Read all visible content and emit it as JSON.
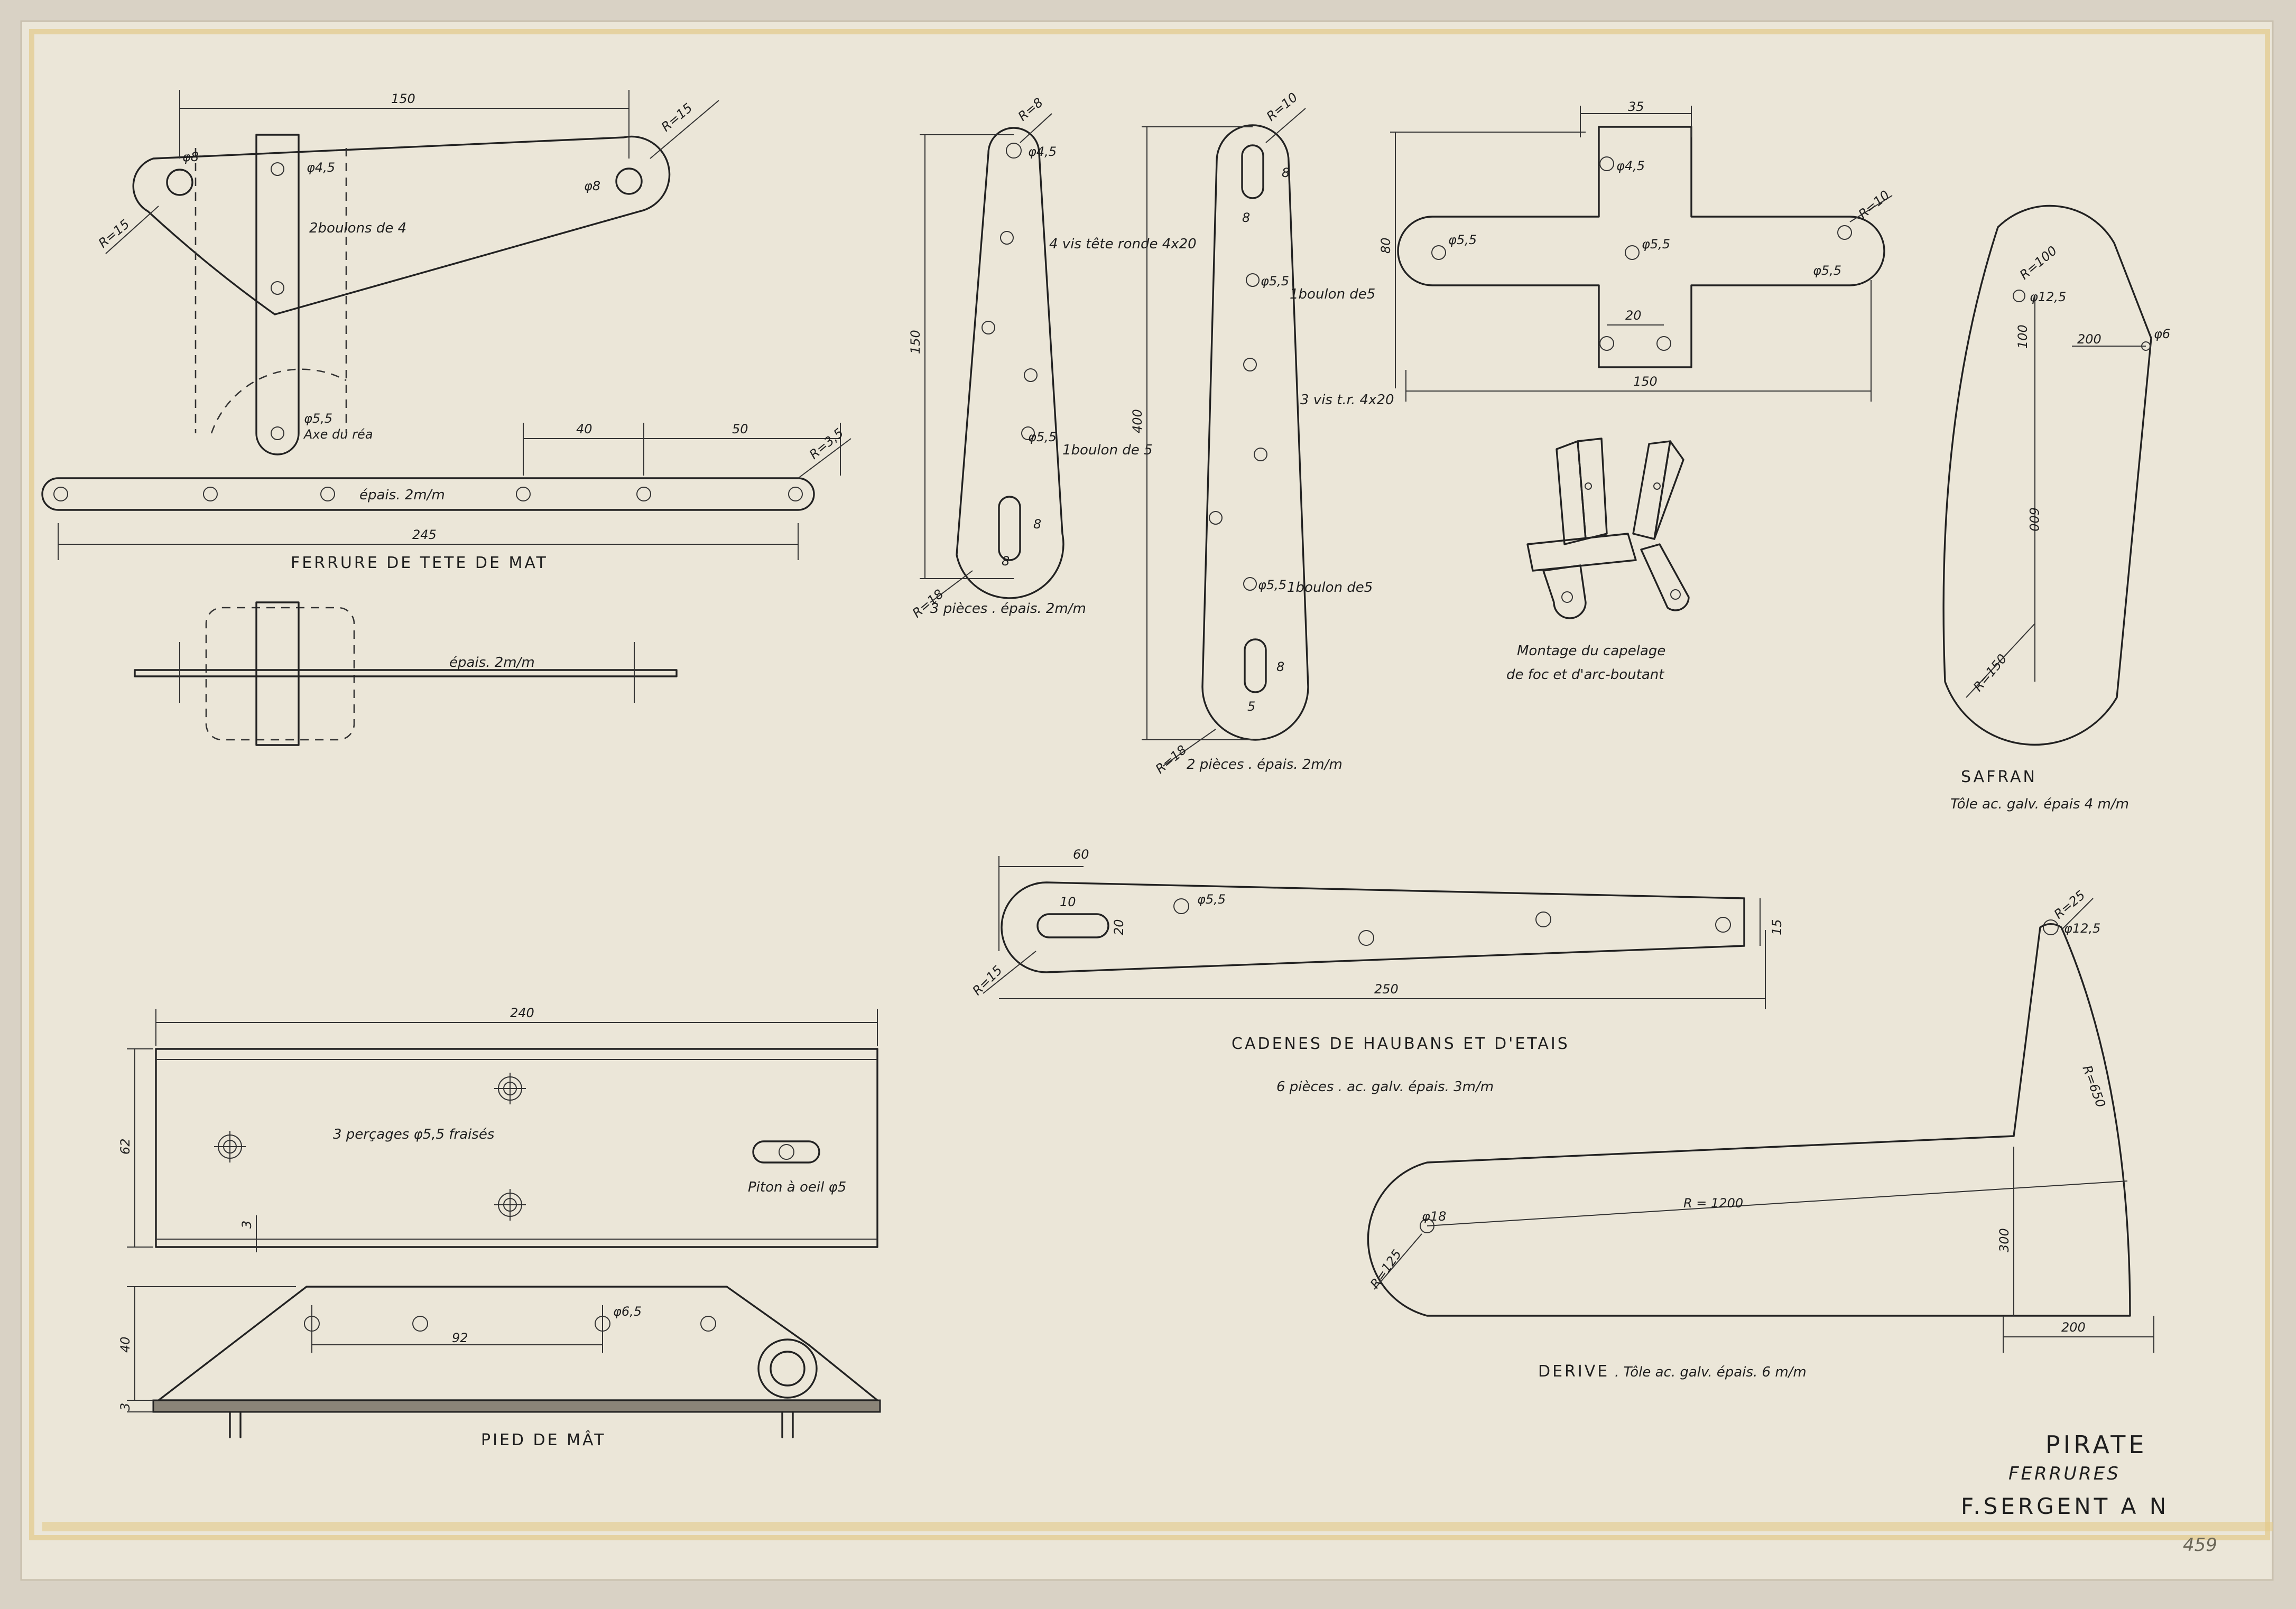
{
  "colors": {
    "paper": "#ebe6d8",
    "ink": "#222222",
    "border_tape": "#e2c98a",
    "backdrop": "#d9d2c5"
  },
  "title_block": {
    "project": "PIRATE",
    "subject": "FERRURES",
    "designer": "F.SERGENT  A N",
    "sheet_number": "459"
  },
  "masthead": {
    "caption": "FERRURE DE TETE DE MAT",
    "dims": {
      "top": "150",
      "spacing_a": "40",
      "spacing_b": "50",
      "length": "245",
      "radius_tip": "R=3,5",
      "radius_left": "R=15",
      "radius_right": "R=15"
    },
    "notes": {
      "hole_a": "φ8",
      "hole_b": "φ4,5",
      "hole_c": "φ8",
      "bolts": "2boulons de 4",
      "axis_hole": "φ5,5",
      "axis_label": "Axe du réa",
      "thickness_bar": "épais. 2m/m",
      "thickness_side": "épais. 2m/m"
    }
  },
  "strap1": {
    "dims": {
      "radius_top": "R=8",
      "height": "150",
      "slot": "8",
      "width": "8",
      "radius_bottom": "R=18"
    },
    "notes": {
      "hole_top": "φ4,5",
      "screws": "4 vis tête ronde 4x20",
      "hole_bottom": "φ5,5",
      "bolt": "1boulon de 5",
      "pieces": "3 pièces . épais. 2m/m"
    }
  },
  "strap2": {
    "dims": {
      "radius_top": "R=10",
      "slot_top": "8",
      "pitch": "8",
      "height": "400",
      "slot_bottom": "8",
      "width": "5",
      "radius_bottom": "R=18"
    },
    "notes": {
      "hole_a": "φ5,5",
      "bolt_a": "1boulon de5",
      "screws": "3 vis t.r. 4x20",
      "hole_b": "φ5,5",
      "bolt_b": "1boulon de5",
      "pieces": "2 pièces . épais. 2m/m"
    }
  },
  "cross": {
    "dims": {
      "top": "35",
      "height": "80",
      "inner": "20",
      "length": "150",
      "radius": "R=10"
    },
    "notes": {
      "hole_top": "φ4,5",
      "hole_left": "φ5,5",
      "hole_center": "φ5,5",
      "hole_right": "φ5,5"
    }
  },
  "assembly": {
    "caption_line1": "Montage du capelage",
    "caption_line2": "de foc et d'arc-boutant"
  },
  "safran": {
    "caption": "SAFRAN",
    "subcaption": "Tôle ac. galv. épais 4 m/m",
    "dims": {
      "radius_top": "R=100",
      "hole": "φ12,5",
      "offset": "100",
      "width": "200",
      "pin": "φ6",
      "height": "600",
      "radius_bottom": "R=150"
    }
  },
  "chainplate": {
    "caption": "CADENES DE HAUBANS ET D'ETAIS",
    "subcaption": "6 pièces . ac. galv. épais. 3m/m",
    "dims": {
      "offset": "60",
      "slot_len": "10",
      "slot_h": "20",
      "hole": "φ5,5",
      "length": "250",
      "end": "15",
      "radius": "R=15"
    }
  },
  "derive": {
    "caption": "DERIVE",
    "subcaption": ". Tôle ac. galv. épais. 6 m/m",
    "dims": {
      "radius_top": "R=25",
      "hole_top": "φ12,5",
      "radius_arc": "R=650",
      "radius_big": "R = 1200",
      "hole_left": "φ18",
      "radius_left": "R=125",
      "height": "300",
      "width": "200"
    }
  },
  "mast_foot": {
    "caption": "PIED DE MÂT",
    "dims": {
      "length": "240",
      "height": "62",
      "edge": "3",
      "spacing": "92",
      "hole": "φ6,5",
      "base_h": "40",
      "base_t": "3"
    },
    "notes": {
      "holes": "3 perçages φ5,5 fraisés",
      "eye": "Piton à oeil φ5"
    }
  }
}
